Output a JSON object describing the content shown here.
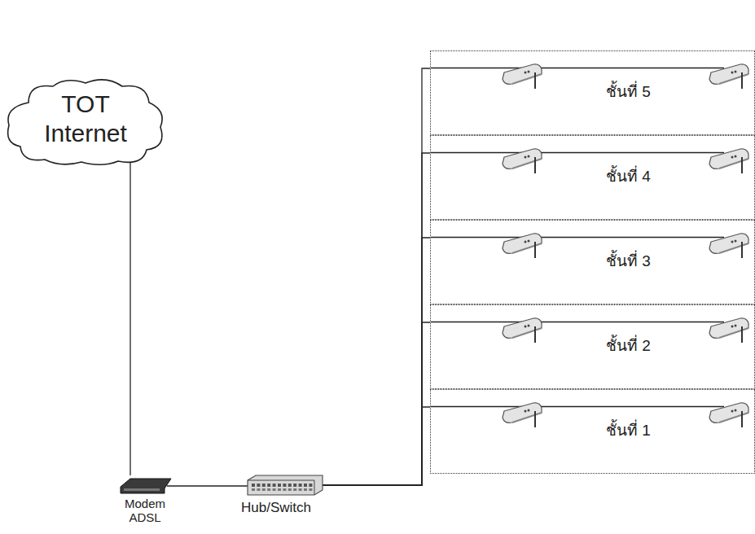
{
  "diagram": {
    "nodes": [
      {
        "text": [
          "TOT Internet"
        ]
      },
      {
        "text": [
          "ชั้นที่ 5"
        ]
      },
      {
        "text": [
          "ชั้นที่ 4"
        ]
      },
      {
        "text": [
          "ชั้นที่ 3"
        ]
      },
      {
        "text": [
          "ชั้นที่ 2"
        ]
      },
      {
        "text": [
          "ชั้นที่ 1"
        ]
      },
      {
        "text": [
          "Modem ADSL"
        ]
      },
      {
        "text": [
          "Hub/Switch"
        ]
      }
    ],
    "edges": [
      {
        "from": 0,
        "to": 6,
        "arrow": "none"
      },
      {
        "from": 6,
        "to": 7,
        "arrow": "none"
      },
      {
        "from": 7,
        "to": 1,
        "arrow": "none"
      },
      {
        "from": 7,
        "to": 2,
        "arrow": "none"
      },
      {
        "from": 7,
        "to": 3,
        "arrow": "none"
      },
      {
        "from": 7,
        "to": 4,
        "arrow": "none"
      },
      {
        "from": 7,
        "to": 5,
        "arrow": "none"
      }
    ]
  }
}
